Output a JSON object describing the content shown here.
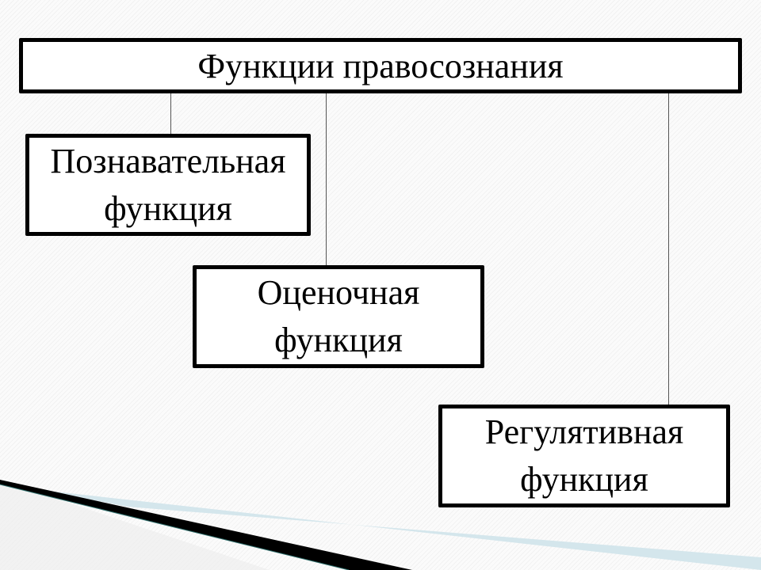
{
  "diagram": {
    "title": "Функции правосознания",
    "children": [
      {
        "line1": "Познавательная",
        "line2": "функция"
      },
      {
        "line1": "Оценочная",
        "line2": "функция"
      },
      {
        "line1": "Регулятивная",
        "line2": "функция"
      }
    ]
  },
  "colors": {
    "box_border": "#000000",
    "box_fill": "#ffffff",
    "connector": "#555555",
    "background": "#fbfbfb",
    "decor_dark": "#000000",
    "decor_light": "#d4e6ec"
  }
}
